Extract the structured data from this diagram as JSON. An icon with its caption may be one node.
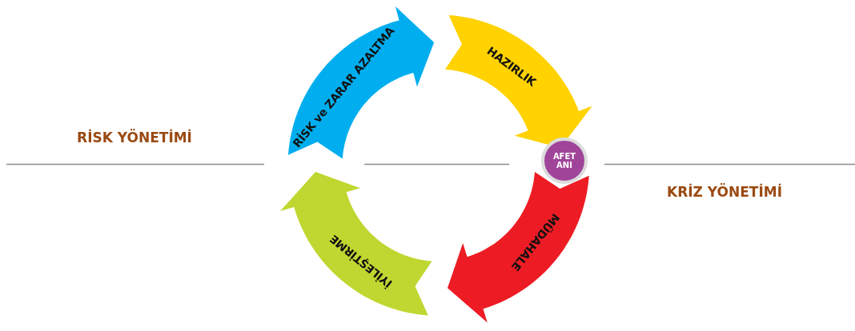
{
  "diagram": {
    "nodes": [
      {
        "text": [
          "RİSK ve ZARAR AZALTMA"
        ]
      },
      {
        "text": [
          "HAZIRLIK"
        ]
      },
      {
        "text": [
          "MÜDAHALE"
        ]
      },
      {
        "text": [
          "İYİLEŞTİRME"
        ]
      },
      {
        "text": [
          "AFET ANI"
        ]
      }
    ],
    "labels": [
      "RİSK YÖNETİMİ",
      "KRİZ YÖNETİMİ"
    ]
  }
}
